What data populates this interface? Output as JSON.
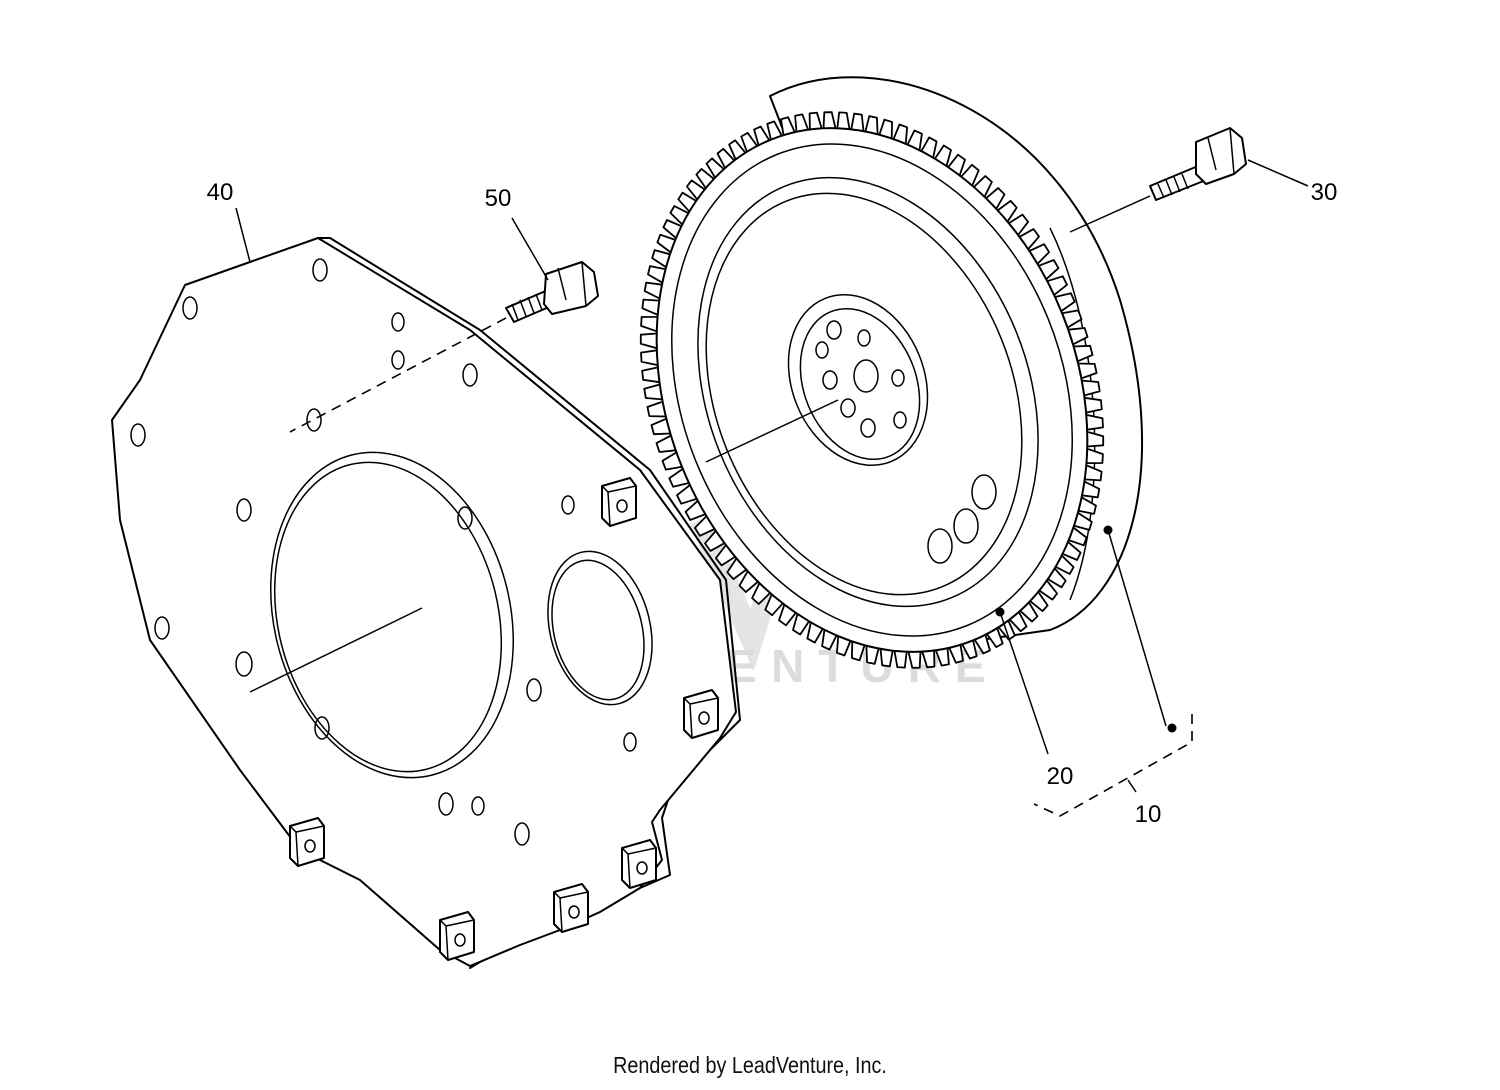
{
  "diagram": {
    "callouts": {
      "c10": "10",
      "c20": "20",
      "c30": "30",
      "c40": "40",
      "c50": "50"
    },
    "watermark": "LEADVENTURE",
    "footer": "Rendered by LeadVenture, Inc."
  }
}
